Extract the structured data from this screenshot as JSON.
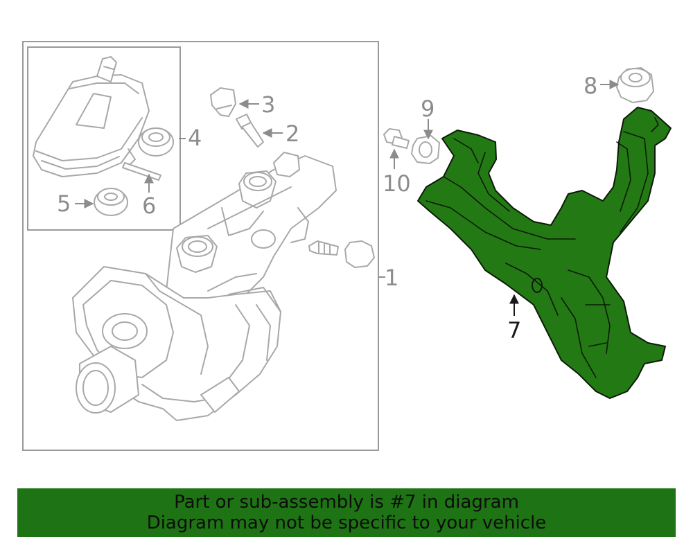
{
  "callouts": {
    "c1": "1",
    "c2": "2",
    "c3": "3",
    "c4": "4",
    "c5": "5",
    "c6": "6",
    "c7": "7",
    "c8": "8",
    "c9": "9",
    "c10": "10"
  },
  "highlight_color": "#237a14",
  "banner": {
    "line1": "Part or sub-assembly is #7 in diagram",
    "line2": "Diagram may not be specific to your vehicle"
  }
}
